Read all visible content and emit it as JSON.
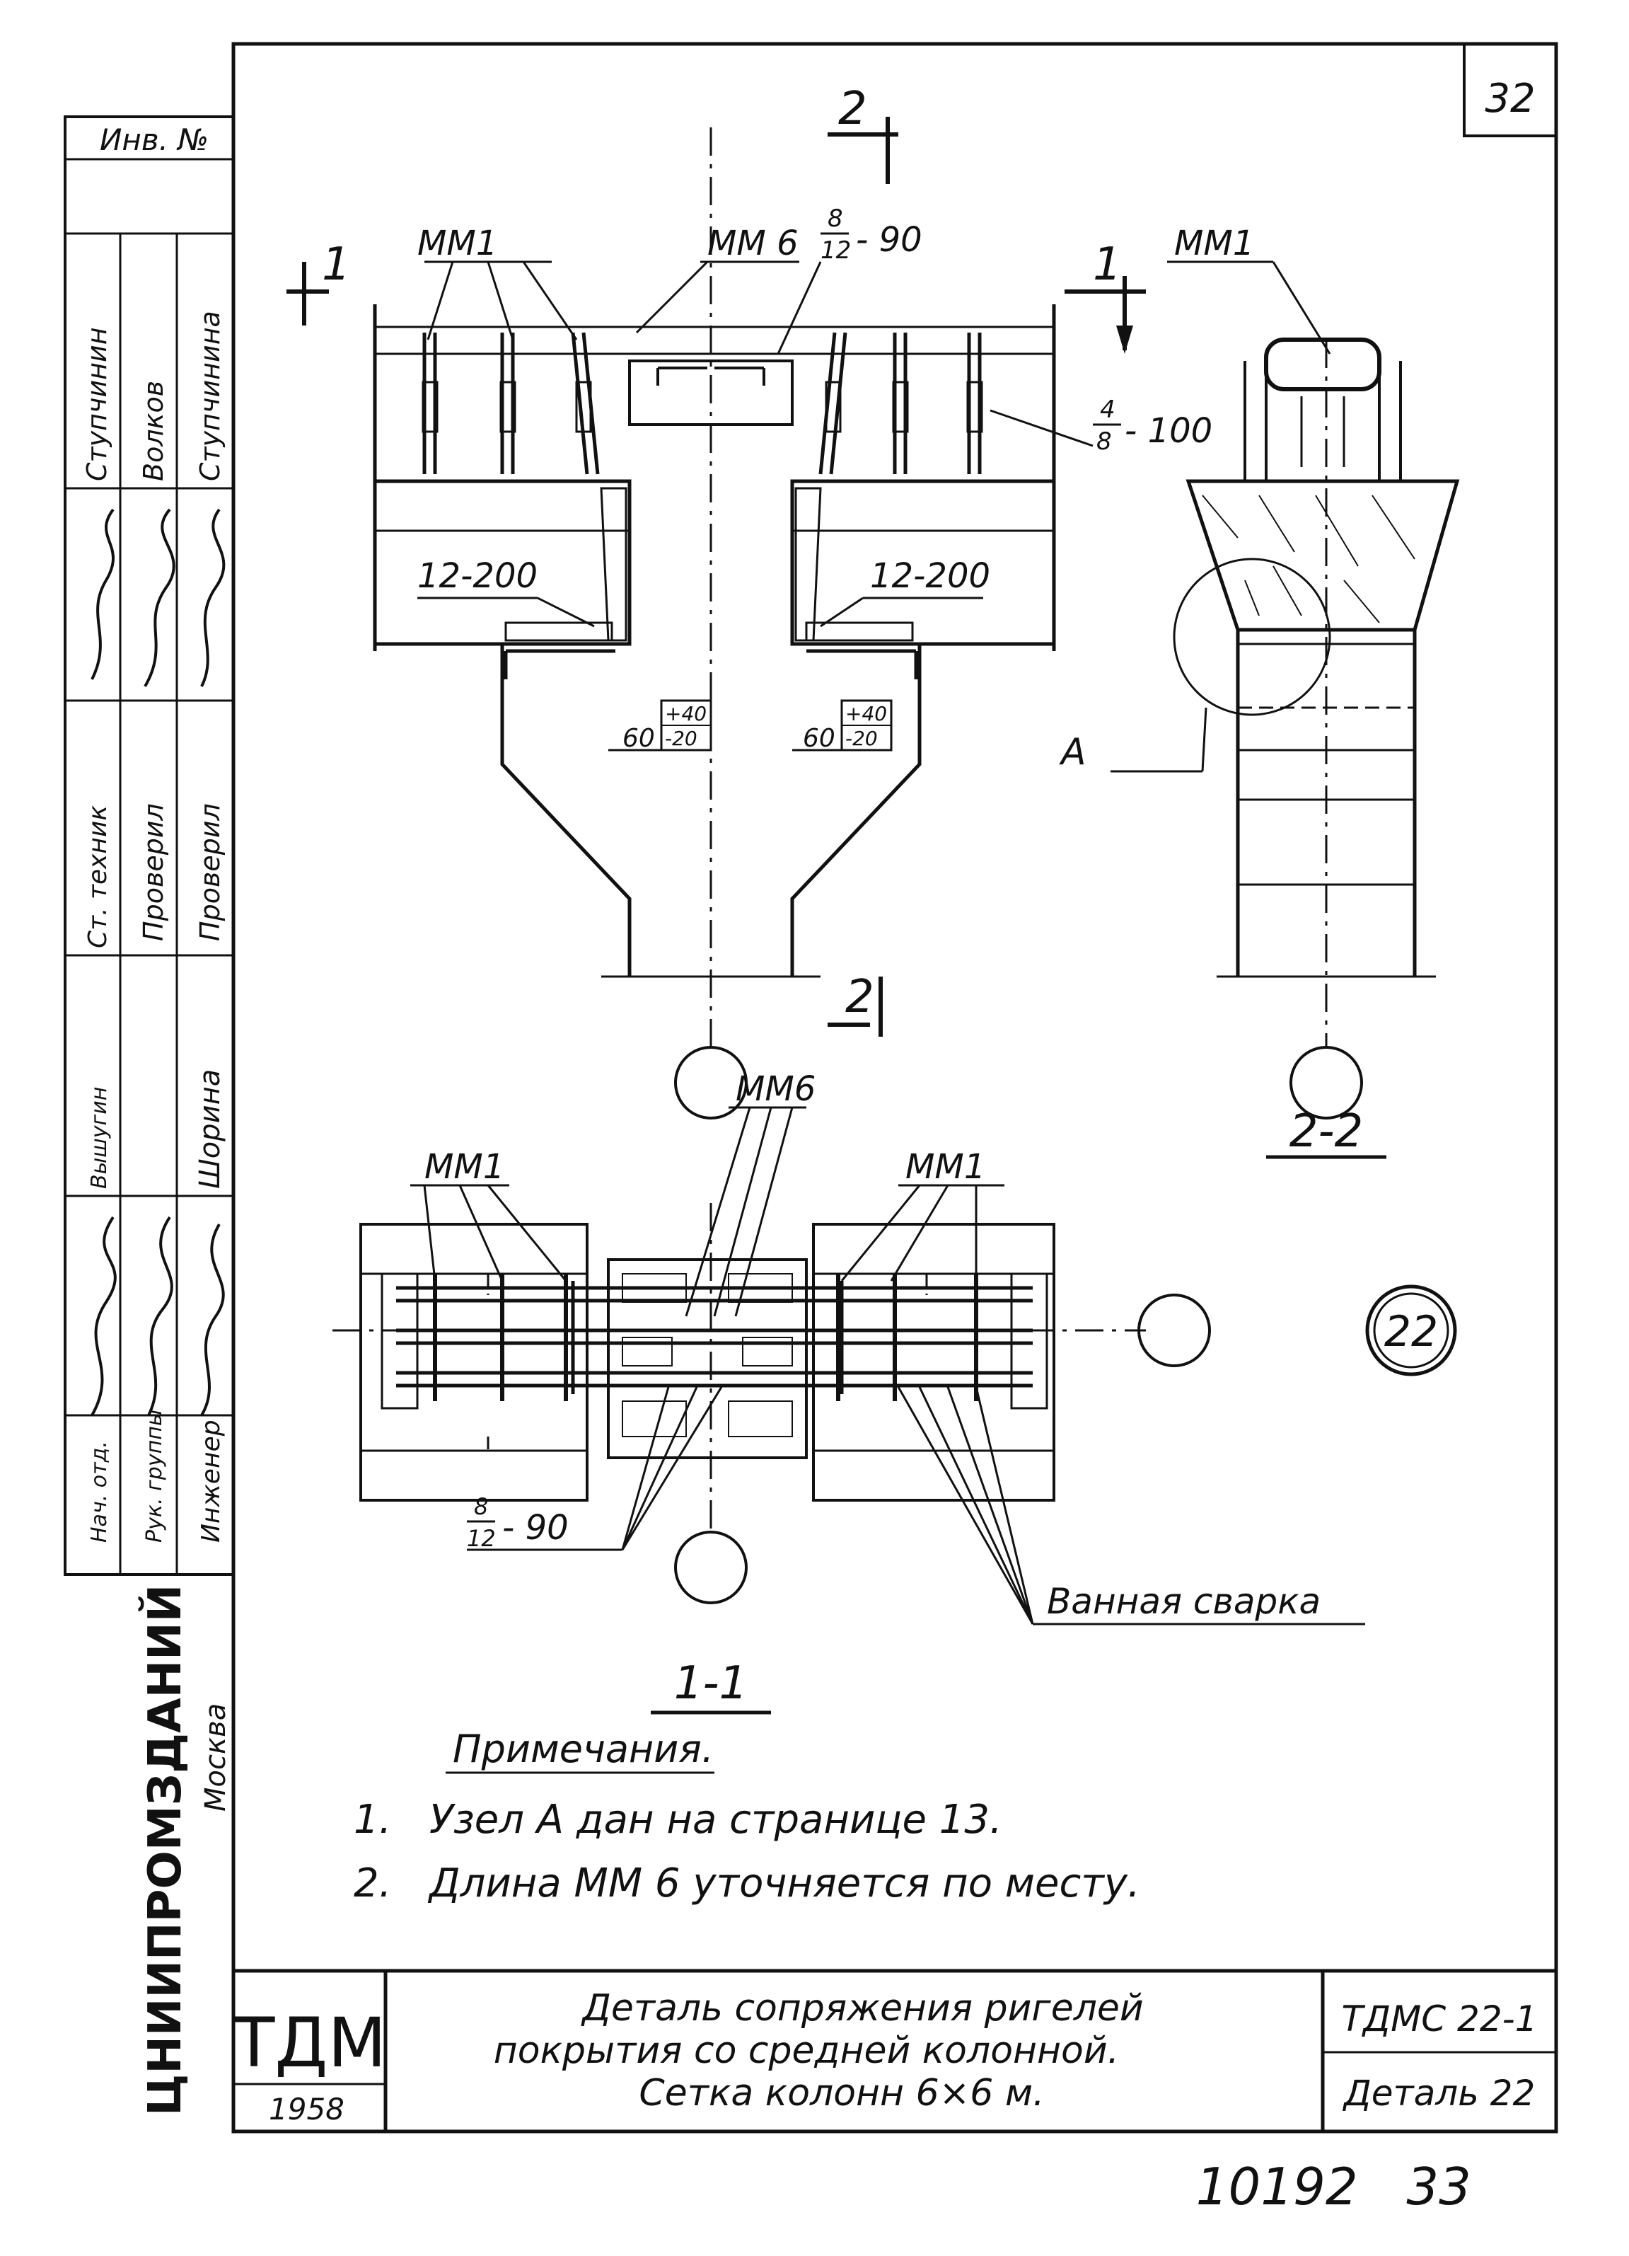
{
  "page_number": "32",
  "side_stamp": {
    "inv_label": "Инв. №",
    "roles": [
      "Ст. техник",
      "Нач. отд.",
      "Рук. группы",
      "Инженер"
    ],
    "checks": [
      "Проверил",
      "Проверил"
    ],
    "names": [
      "Ступчинин",
      "Волков",
      "Ступчинина",
      "Вышугин",
      "Шорина"
    ],
    "org": "ЦНИИПРОМЗДАНИЙ",
    "city": "Москва"
  },
  "section_marks": {
    "sec2_top": "2",
    "sec2_bottom": "2",
    "sec1_left": "1",
    "sec1_right": "1"
  },
  "labels": {
    "mm1": "ММ1",
    "mm6": "ММ 6",
    "mm6_plan": "ММ6",
    "rebar_8_12_num": "8",
    "rebar_8_12_den": "12",
    "rebar_8_12_pitch": "- 90",
    "rebar_4_8_num": "4",
    "rebar_4_8_den": "8",
    "rebar_4_8_pitch": "- 100",
    "rebar_12_200": "12-200",
    "dim_60": "60",
    "tol_plus": "+40",
    "tol_minus": "-20",
    "node_a": "А",
    "section_2_2": "2-2",
    "section_1_1": "1-1",
    "weld": "Ванная сварка",
    "detail_no": "22"
  },
  "notes": {
    "heading": "Примечания.",
    "items": [
      "1.   Узел А дан на странице 13.",
      "2.   Длина ММ 6 уточняется по месту."
    ]
  },
  "title_block": {
    "logo": "ТДМ",
    "year": "1958",
    "title_lines": [
      "Деталь сопряжения ригелей",
      "покрытия со средней колонной.",
      "Сетка колонн 6×6 м."
    ],
    "code": "ТДМС 22-1",
    "detail": "Деталь 22"
  },
  "footer_number": "10192   33"
}
